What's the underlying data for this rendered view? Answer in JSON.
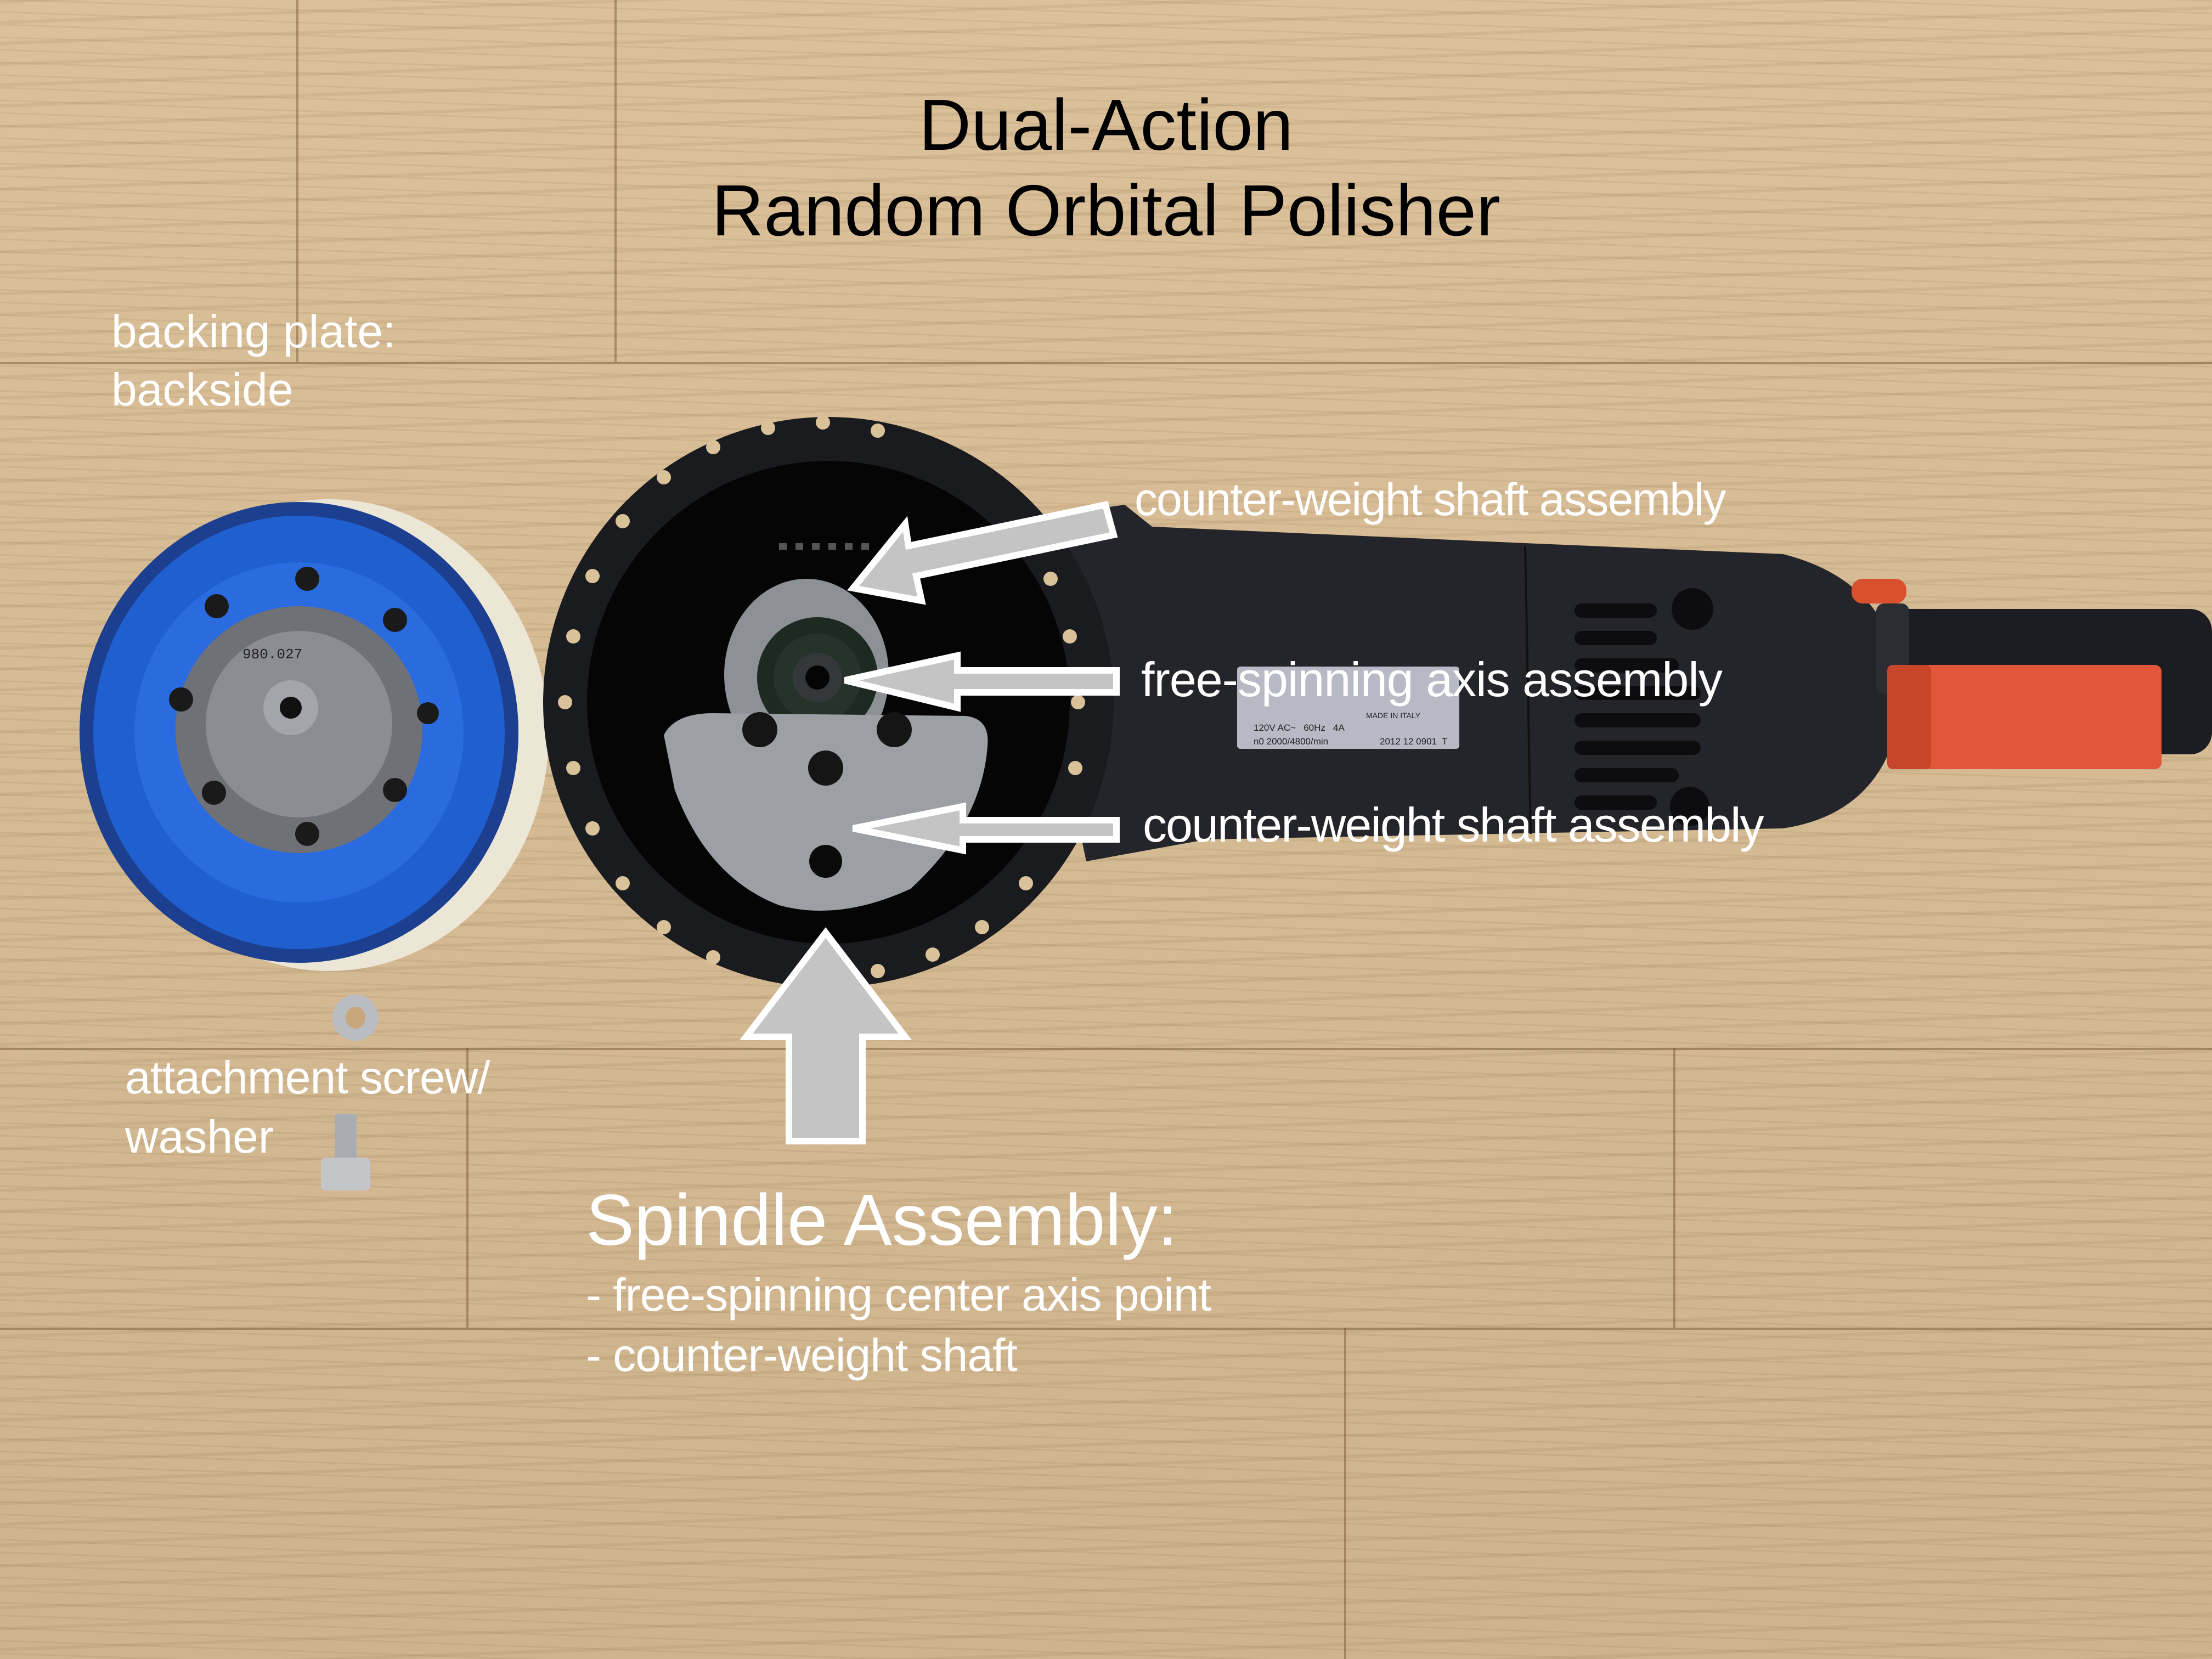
{
  "title": {
    "line1": "Dual-Action",
    "line2": "Random Orbital Polisher"
  },
  "labels": {
    "backing_plate_line1": "backing plate:",
    "backing_plate_line2": "backside",
    "counterweight_top": "counter-weight shaft assembly",
    "free_spinning": "free-spinning axis assembly",
    "counterweight_bottom": "counter-weight shaft assembly",
    "attachment_line1": "attachment screw/",
    "attachment_line2": "washer",
    "spindle_heading": "Spindle Assembly:",
    "spindle_item1": "- free-spinning center axis point",
    "spindle_item2": "- counter-weight shaft"
  },
  "backing_plate_print": "980.027",
  "rating_plate": {
    "line1": "120V AC~   60Hz   4A",
    "line2": "n0 2000/4800/min",
    "serial": "2012 12 0901  T",
    "origin": "MADE IN ITALY"
  },
  "colors": {
    "wood": "#d9bd94",
    "arrow_fill": "#c4c4c4",
    "arrow_stroke": "#ffffff",
    "tool_body": "#24252a",
    "backing_plate_blue": "#1f5fd0",
    "hub_gray": "#8b8d93",
    "trigger_orange": "#e2573a",
    "label_text_white": "#ffffff",
    "title_text": "#000000"
  }
}
